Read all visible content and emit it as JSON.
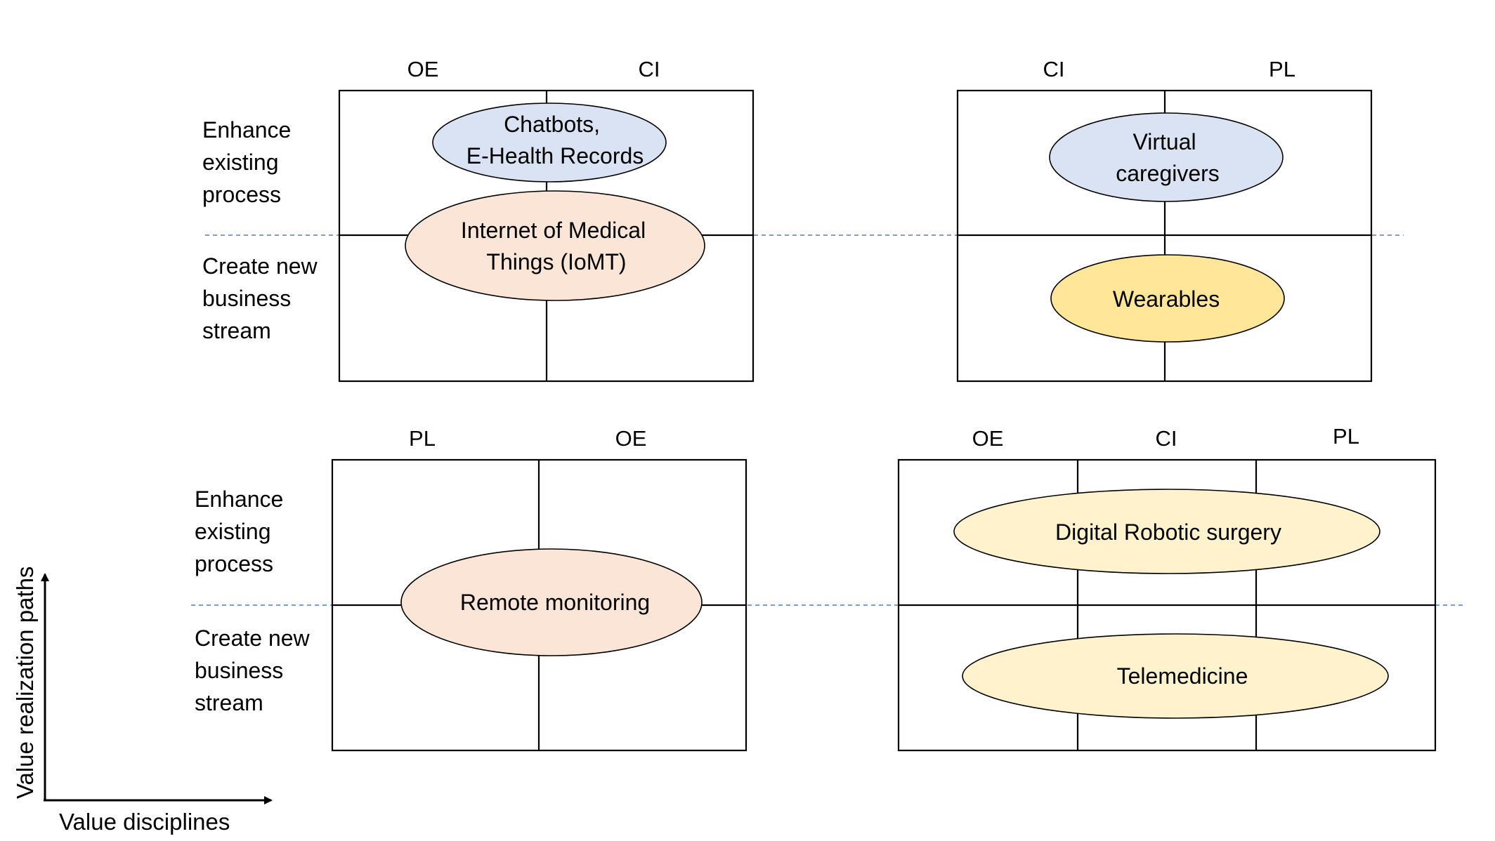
{
  "colors": {
    "ellipse_blue": "#dae3f3",
    "ellipse_peach": "#fbe5d6",
    "ellipse_gold": "#ffe699",
    "ellipse_cream": "#fff2cc",
    "divider_dashed": "#4f81bd",
    "line": "#000000"
  },
  "row_labels": {
    "enhance": [
      "Enhance",
      "existing",
      "process"
    ],
    "create": [
      "Create new",
      "business",
      "stream"
    ]
  },
  "panels": {
    "top_left": {
      "columns": [
        "OE",
        "CI"
      ],
      "ellipses": [
        {
          "lines": [
            "Chatbots,",
            "E-Health Records"
          ],
          "color": "ellipse_blue"
        },
        {
          "lines": [
            "Internet of Medical",
            "Things (IoMT)"
          ],
          "color": "ellipse_peach"
        }
      ]
    },
    "top_right": {
      "columns": [
        "CI",
        "PL"
      ],
      "ellipses": [
        {
          "lines": [
            "Virtual",
            "caregivers"
          ],
          "color": "ellipse_blue"
        },
        {
          "lines": [
            "Wearables"
          ],
          "color": "ellipse_gold"
        }
      ]
    },
    "bottom_left": {
      "columns": [
        "PL",
        "OE"
      ],
      "ellipses": [
        {
          "lines": [
            "Remote monitoring"
          ],
          "color": "ellipse_peach"
        }
      ]
    },
    "bottom_right": {
      "columns": [
        "OE",
        "CI",
        "PL"
      ],
      "ellipses": [
        {
          "lines": [
            "Digital Robotic surgery"
          ],
          "color": "ellipse_cream"
        },
        {
          "lines": [
            "Telemedicine"
          ],
          "color": "ellipse_cream"
        }
      ]
    }
  },
  "axes": {
    "x_label": "Value disciplines",
    "y_label": "Value realization paths"
  }
}
